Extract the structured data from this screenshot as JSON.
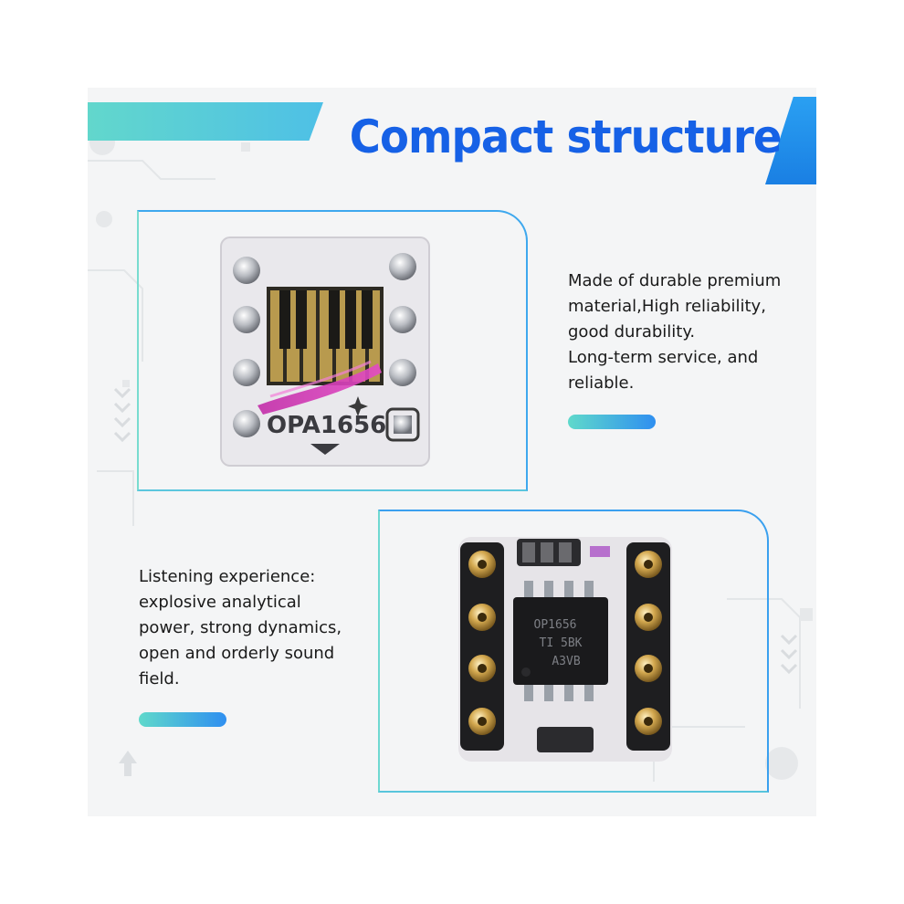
{
  "header": {
    "title": "Compact structure"
  },
  "top_product": {
    "chip_label": "OPA1656",
    "description_lines": [
      "Made of durable premium",
      "material,High reliability,",
      "good durability.",
      "Long-term service, and",
      "reliable."
    ]
  },
  "bottom_product": {
    "chip_marking_lines": [
      "OP1656",
      "TI 5BK",
      "A3VB"
    ],
    "description_lines": [
      "Listening experience:",
      "explosive analytical",
      "power, strong dynamics,",
      "open and orderly sound",
      "field."
    ]
  },
  "colors": {
    "title_blue": "#1661e6",
    "teal_accent": "#5fd9cb",
    "blue_accent": "#2f8ff0",
    "board_white": "#ecebed",
    "gold_pin": "#c9a04a"
  }
}
